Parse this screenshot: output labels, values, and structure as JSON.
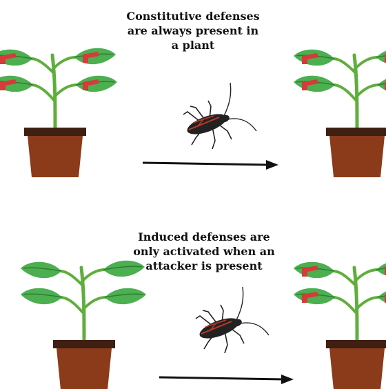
{
  "panels": [
    {
      "caption_lines": [
        "Constitutive defenses",
        "are always present in",
        "a plant"
      ],
      "left_plant_defenses": true,
      "right_plant_defenses": true
    },
    {
      "caption_lines": [
        "Induced defenses are",
        "only activated when an",
        "attacker is present"
      ],
      "left_plant_defenses": false,
      "right_plant_defenses": true
    }
  ],
  "colors": {
    "leaf": "#4caf50",
    "leaf_dark": "#2e7d32",
    "stem": "#5fae3c",
    "pot_rim": "#3e1f12",
    "pot": "#8b3a1a",
    "defense": "#d63a3a",
    "bug_body": "#222222",
    "bug_accent": "#c0392b",
    "arrow": "#111111"
  },
  "icons": {
    "plant": "potted-plant-icon",
    "defense": "defense-marker-icon",
    "bug": "boxelder-bug-icon",
    "arrow": "right-arrow-icon"
  }
}
